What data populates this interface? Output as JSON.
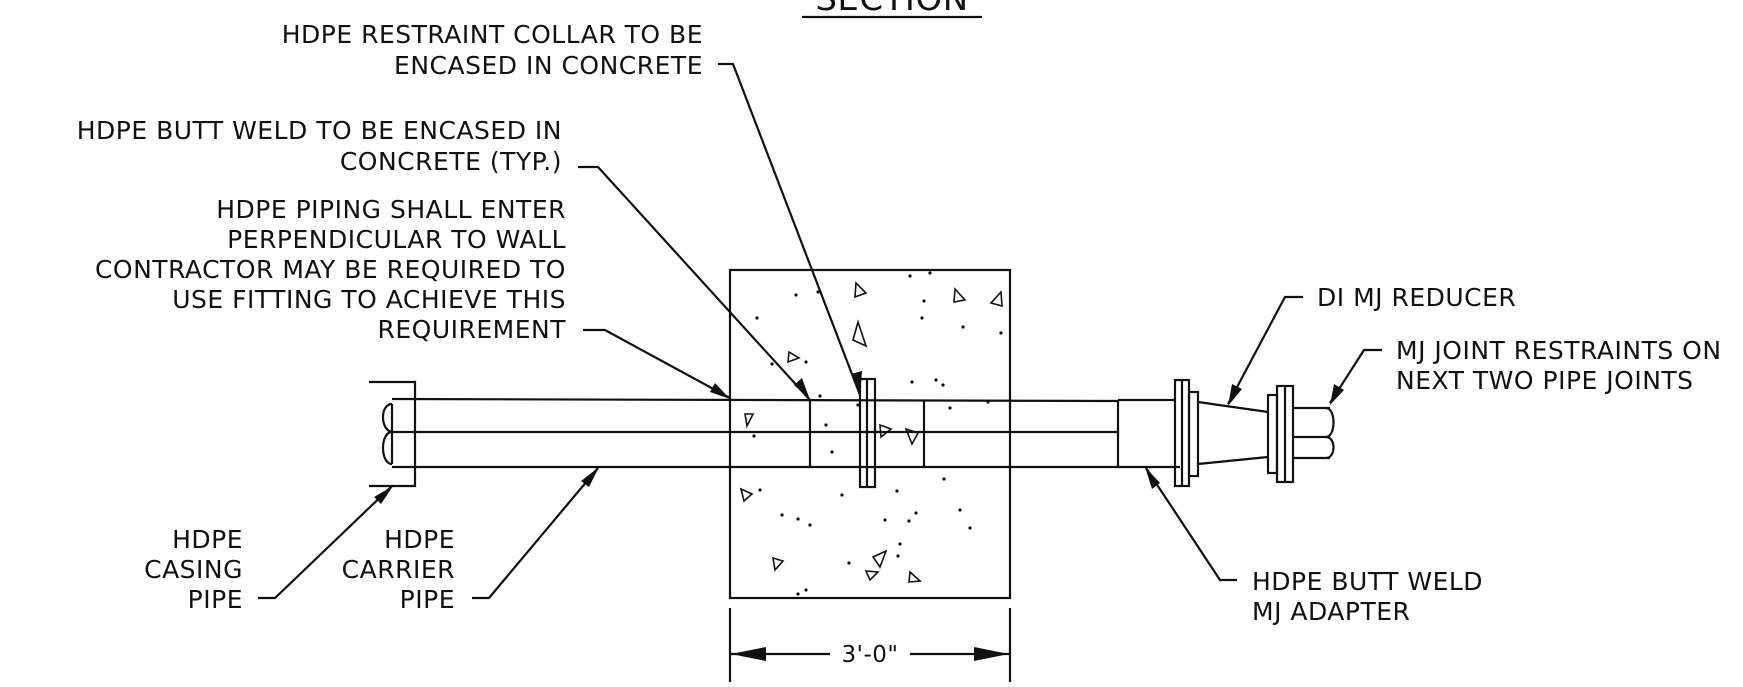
{
  "drawing": {
    "section_title": "SECTION",
    "callouts": {
      "restraint_collar": [
        "HDPE RESTRAINT COLLAR TO BE",
        "ENCASED IN CONCRETE"
      ],
      "butt_weld_encased": [
        "HDPE BUTT WELD TO BE ENCASED IN",
        "CONCRETE (TYP.)"
      ],
      "piping_perpendicular": [
        "HDPE PIPING SHALL ENTER",
        "PERPENDICULAR TO WALL",
        "CONTRACTOR MAY BE REQUIRED TO",
        "USE FITTING TO ACHIEVE THIS",
        "REQUIREMENT"
      ],
      "mj_reducer": [
        "DI MJ REDUCER"
      ],
      "joint_restraints": [
        "MJ JOINT RESTRAINTS ON",
        "NEXT TWO PIPE JOINTS"
      ],
      "casing_pipe": [
        "HDPE",
        "CASING",
        "PIPE"
      ],
      "carrier_pipe": [
        "HDPE",
        "CARRIER",
        "PIPE"
      ],
      "butt_weld_adapter": [
        "HDPE BUTT WELD",
        "MJ ADAPTER"
      ]
    },
    "dimension": "3'-0\""
  }
}
